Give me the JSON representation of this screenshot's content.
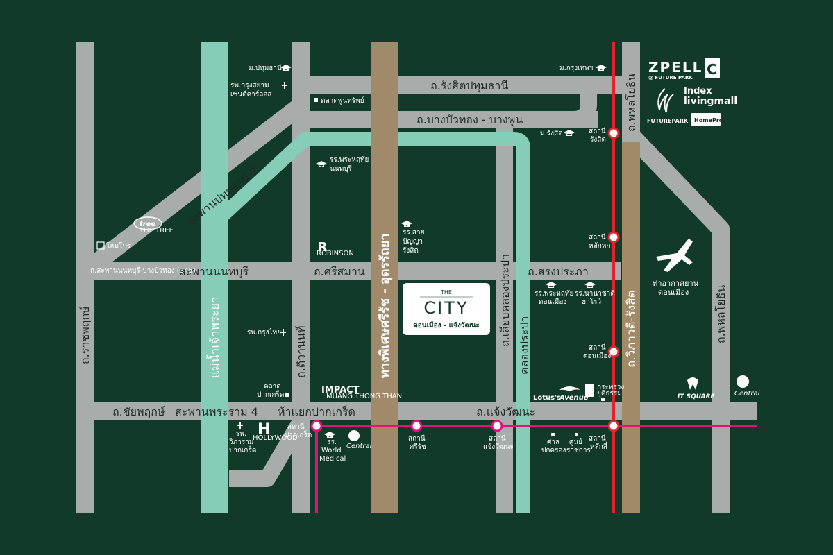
{
  "colors": {
    "background": "#113a2a",
    "road": "#a8adab",
    "river": "#86cdb8",
    "tollway": "#a08a6a",
    "red_line": "#e3222e",
    "pink_line": "#e0127b",
    "station_fill": "#ffffff",
    "text_light": "#ffffff",
    "text_dark": "#1f2a26"
  },
  "roads": {
    "rangsit_pathumthani": "ถ.รังสิตปทุมธานี",
    "bangbuathong_bangphun": "ถ.บางบัวทอง - บางพูน",
    "phahonyothin_top": "ถ.พหลโยธิน",
    "phahonyothin_right": "ถ.พหลโยธิน",
    "ratchaphruek": "ถ.ราชพฤกษ์",
    "tiwanon": "ถ.ติวานนท์",
    "sri_saman": "ถ.ศรีสมาน",
    "song_prapha": "ถ.สรงประภา",
    "chaiyaphruek": "ถ.ชัยพฤกษ์",
    "chaeng_watthana": "ถ.แจ้งวัฒนะ",
    "khlong_prapa_road": "ถ.เลียบคลองประปา",
    "vibhavadi": "ถ.วิภาวดี-รังสิต",
    "tollway": "ทางพิเศษศรีรัช - อุดรรัถยา",
    "pathumthani2_bridge": "สะพานปทุมธานี 2",
    "nonthaburi_bridge": "สะพานนนทบุรี",
    "rama4_bridge": "สะพานพระราม 4",
    "pakkret_junction": "ห้าแยกปากเกร็ด",
    "nonthaburi_bangbuathong_road": "ถ.สะพานนนทบุรี-บางบัวทอง (345)",
    "chao_phraya": "แม่น้ำเจ้าพระยา",
    "khlong_prapa": "คลองประปา"
  },
  "places": {
    "pathumthani_univ": "ม.ปทุมธานี",
    "bangkok_univ": "ม.กรุงเทพฯ",
    "hosp_siam_1": "รพ.กรุงสยาม",
    "hosp_siam_2": "เซนต์คาร์ลอส",
    "pun_market": "ตลาดพูนทรัพย์",
    "rangsit_univ": "ม.รังสิต",
    "st_rangsit_1": "สถานี",
    "st_rangsit_2": "รังสิต",
    "school_nonthaburi_1": "รร.พระหฤทัย",
    "school_nonthaburi_2": "นนทบุรี",
    "school_saipanya_1": "รร.สาย",
    "school_saipanya_2": "ปัญญา",
    "school_saipanya_3": "รังสิต",
    "st_laksi_hok_1": "สถานี",
    "st_laksi_hok_2": "หลักหก",
    "airport_1": "ท่าอากาศยาน",
    "airport_2": "ดอนเมือง",
    "school_donmueang_1": "รร.พระหฤทัย",
    "school_donmueang_2": "ดอนเมือง",
    "school_anuban_1": "รร.นานาชาติ",
    "school_anuban_2": "ฮาโรว์",
    "st_donmueang_1": "สถานี",
    "st_donmueang_2": "ดอนเมือง",
    "hosp_krungthai": "รพ.กรุงไทย",
    "pakkret_market_1": "ตลาด",
    "pakkret_market_2": "ปากเกร็ด",
    "impact": "IMPACT",
    "impact_sub": "MUANG THONG THANI",
    "lotus": "Lotus's",
    "avenue": "Avenue",
    "ministry_1": "กระทรวง",
    "ministry_2": "ยุติธรรม",
    "itsquare": "IT SQUARE",
    "central_right": "Central",
    "hosp_vibharam_1": "รพ.",
    "hosp_vibharam_2": "วิภาราม",
    "hosp_vibharam_3": "ปากเกร็ด",
    "hollywood": "HOLLYWOOD",
    "st_pakkret_1": "สถานี",
    "st_pakkret_2": "ปากเกร็ด",
    "school_world_1": "รร.",
    "school_world_2": "World",
    "school_world_3": "Medical",
    "central_left": "Central",
    "st_srirat_1": "สถานี",
    "st_srirat_2": "ศรีรัช",
    "st_chaeng_1": "สถานี",
    "st_chaeng_2": "แจ้งวัฒนะ",
    "court_1": "ศาล",
    "court_2": "ปกครอง",
    "gov_center_1": "ศูนย์",
    "gov_center_2": "ราชการ",
    "st_laksi_1": "สถานี",
    "st_laksi_2": "หลักสี่",
    "tree": "tree",
    "tree_sub": "THE TREE",
    "robinson": "ROBINSON",
    "homepro_store": "โฮมโปร"
  },
  "brands": {
    "zpell": "ZPELL",
    "zpell_sub": "@ FUTURE PARK",
    "index": "Index",
    "index_sub": "livingmall",
    "futurepark": "FUTUREPARK",
    "homepro": "HomePro"
  },
  "project": {
    "the": "THE",
    "name": "CITY",
    "location": "ดอนเมือง - แจ้งวัฒนะ"
  },
  "icons": {
    "school": "graduation-cap-icon",
    "hospital": "cross-icon",
    "poi": "square-marker-icon",
    "airport": "airplane-icon",
    "station": "station-dot-icon"
  }
}
